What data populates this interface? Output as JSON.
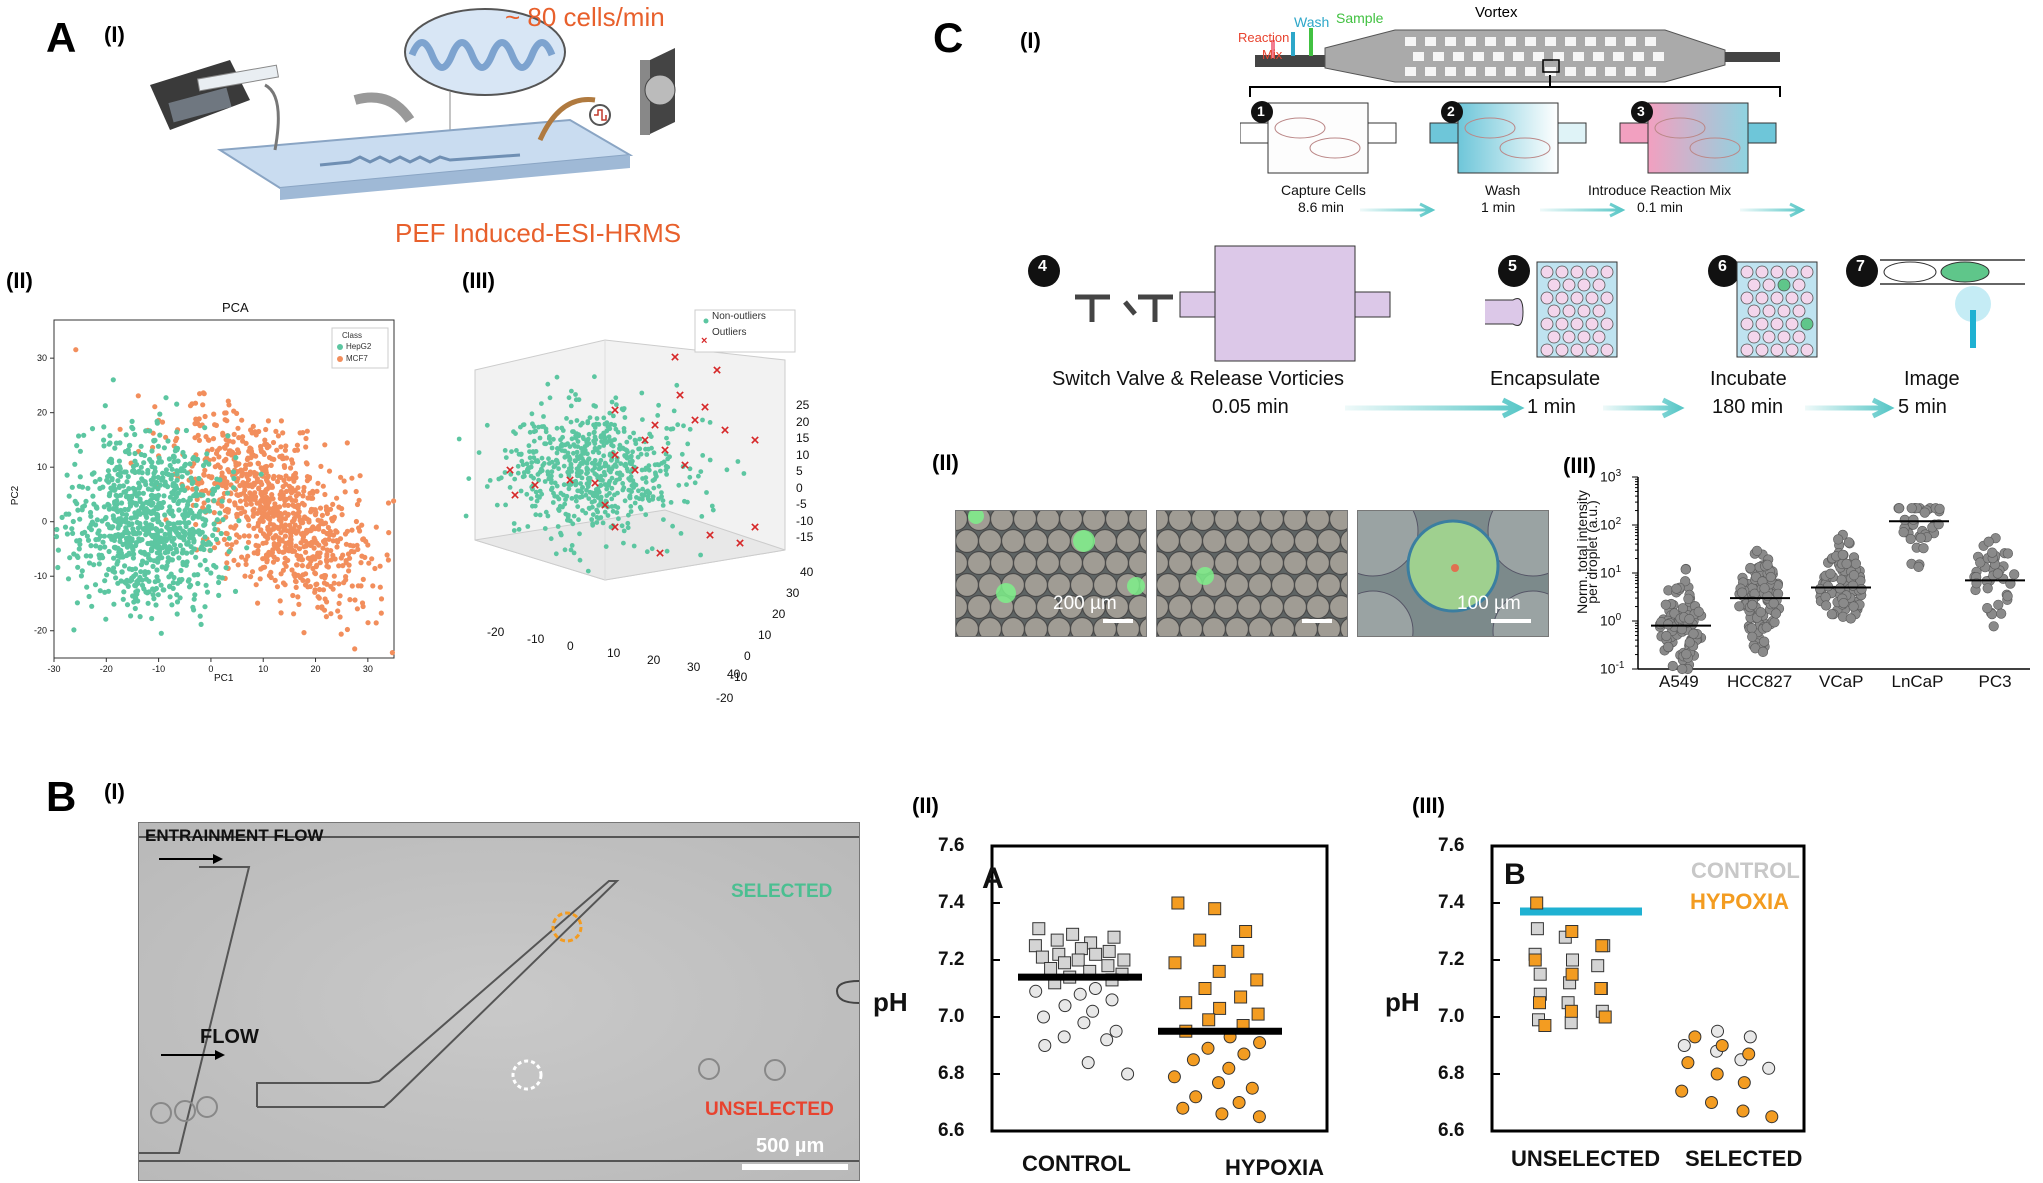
{
  "figure": {
    "panel_A": {
      "letter": "A",
      "I": {
        "label": "(I)",
        "rate_text": "~ 80 cells/min",
        "caption": "PEF Induced-ESI-HRMS"
      },
      "II": {
        "label": "(II)",
        "title": "PCA",
        "xlabel": "PC1",
        "ylabel": "PC2",
        "legend_title": "Class",
        "legend": [
          "HepG2",
          "MCF7"
        ],
        "xticks": [
          "-30",
          "-20",
          "-10",
          "0",
          "10",
          "20",
          "30"
        ],
        "yticks": [
          "30",
          "20",
          "10",
          "0",
          "-10",
          "-20"
        ]
      },
      "III": {
        "label": "(III)",
        "legend": [
          "Non-outliers",
          "Outliers"
        ],
        "zticks": [
          "25",
          "20",
          "15",
          "10",
          "5",
          "0",
          "-5",
          "-10",
          "-15"
        ],
        "xticks": [
          "-20",
          "-10",
          "0",
          "10",
          "20",
          "30",
          "40"
        ],
        "yticks": [
          "40",
          "30",
          "20",
          "10",
          "0",
          "-10",
          "-20"
        ]
      }
    },
    "panel_B": {
      "letter": "B",
      "I": {
        "label": "(I)",
        "entrainment": "ENTRAINMENT FLOW",
        "flow": "FLOW",
        "selected": "SELECTED",
        "unselected": "UNSELECTED",
        "scale": "500 µm"
      },
      "II": {
        "label": "(II)",
        "inset": "A",
        "ylabel": "pH",
        "yticks": [
          "7.6",
          "7.4",
          "7.2",
          "7.0",
          "6.8",
          "6.6"
        ],
        "categories": [
          "CONTROL",
          "HYPOXIA"
        ]
      },
      "III": {
        "label": "(III)",
        "inset": "B",
        "ylabel": "pH",
        "yticks": [
          "7.6",
          "7.4",
          "7.2",
          "7.0",
          "6.8",
          "6.6"
        ],
        "categories": [
          "UNSELECTED",
          "SELECTED"
        ],
        "legend": [
          "CONTROL",
          "HYPOXIA"
        ]
      }
    },
    "panel_C": {
      "letter": "C",
      "I": {
        "label": "(I)",
        "device_labels": {
          "reaction": "Reaction",
          "mix": "Mix",
          "wash": "Wash",
          "sample": "Sample",
          "vortex": "Vortex"
        },
        "steps": [
          {
            "n": "1",
            "name": "Capture Cells",
            "time": "8.6 min"
          },
          {
            "n": "2",
            "name": "Wash",
            "time": "1 min"
          },
          {
            "n": "3",
            "name": "Introduce Reaction Mix",
            "time": "0.1 min"
          },
          {
            "n": "4",
            "name": "Switch Valve & Release Vorticies",
            "time": "0.05 min"
          },
          {
            "n": "5",
            "name": "Encapsulate",
            "time": "1 min"
          },
          {
            "n": "6",
            "name": "Incubate",
            "time": "180 min"
          },
          {
            "n": "7",
            "name": "Image",
            "time": "5 min"
          }
        ]
      },
      "II": {
        "label": "(II)",
        "scale_1": "200 µm",
        "scale_2": "100 µm"
      },
      "III": {
        "label": "(III)",
        "ylabel_1": "Norm. total intensity",
        "ylabel_2": "per droplet (a.u.)",
        "ytick_base": "10",
        "ytick_exps": [
          "3",
          "2",
          "1",
          "0",
          "-1"
        ],
        "categories": [
          "A549",
          "HCC827",
          "VCaP",
          "LnCaP",
          "PC3"
        ]
      }
    },
    "colors": {
      "hepg2": "#5cc6a1",
      "mcf7": "#f28e5c",
      "outlier": "#d62728",
      "hypoxia": "#f39c21",
      "control": "#c8c8c8",
      "teal_arrow": "#5cc8c8",
      "selected_text": "#4bbf91",
      "unselected_text": "#e8432f",
      "cyan_bar": "#1fb1d2",
      "orange_title": "#e8602c"
    }
  },
  "chart_data": [
    {
      "type": "scatter",
      "title": "PCA",
      "xlabel": "PC1",
      "ylabel": "PC2",
      "xlim": [
        -30,
        35
      ],
      "ylim": [
        -25,
        37
      ],
      "series": [
        {
          "name": "HepG2",
          "center": [
            -12,
            0
          ],
          "spread": [
            7,
            8
          ]
        },
        {
          "name": "MCF7",
          "center": [
            12,
            2
          ],
          "spread": [
            9,
            7
          ]
        }
      ]
    },
    {
      "type": "scatter",
      "title": "",
      "ylabel": "pH",
      "categories": [
        "CONTROL",
        "HYPOXIA"
      ],
      "ylim": [
        6.6,
        7.6
      ],
      "means": [
        7.14,
        6.95
      ],
      "series": [
        {
          "name": "CONTROL",
          "values": [
            7.31,
            7.29,
            7.28,
            7.27,
            7.26,
            7.25,
            7.24,
            7.23,
            7.22,
            7.22,
            7.21,
            7.2,
            7.2,
            7.19,
            7.18,
            7.17,
            7.16,
            7.15,
            7.14,
            7.13,
            7.12,
            7.1,
            7.09,
            7.08,
            7.06,
            7.04,
            7.02,
            7.0,
            6.98,
            6.95,
            6.93,
            6.92,
            6.9,
            6.84,
            6.8
          ]
        },
        {
          "name": "HYPOXIA",
          "values": [
            7.4,
            7.38,
            7.3,
            7.27,
            7.23,
            7.19,
            7.16,
            7.13,
            7.1,
            7.07,
            7.05,
            7.03,
            7.01,
            6.99,
            6.97,
            6.95,
            6.93,
            6.91,
            6.89,
            6.87,
            6.85,
            6.82,
            6.79,
            6.77,
            6.75,
            6.72,
            6.7,
            6.68,
            6.66,
            6.65
          ]
        }
      ]
    },
    {
      "type": "scatter",
      "title": "",
      "ylabel": "pH",
      "categories": [
        "UNSELECTED",
        "SELECTED"
      ],
      "ylim": [
        6.6,
        7.6
      ],
      "threshold": 7.37,
      "series": [
        {
          "name": "CONTROL",
          "values": [
            7.31,
            7.28,
            7.25,
            7.22,
            7.2,
            7.18,
            7.15,
            7.12,
            7.1,
            7.08,
            7.05,
            7.02,
            6.99,
            6.98,
            6.95,
            6.93,
            6.9,
            6.88,
            6.85,
            6.82
          ]
        },
        {
          "name": "HYPOXIA",
          "values": [
            7.4,
            7.3,
            7.25,
            7.2,
            7.15,
            7.1,
            7.05,
            7.02,
            7.0,
            6.97,
            6.93,
            6.9,
            6.87,
            6.84,
            6.8,
            6.77,
            6.74,
            6.7,
            6.67,
            6.65
          ]
        }
      ]
    },
    {
      "type": "scatter",
      "title": "",
      "ylabel": "Norm. total intensity per droplet (a.u.)",
      "yscale": "log",
      "ylim": [
        0.1,
        1000
      ],
      "categories": [
        "A549",
        "HCC827",
        "VCaP",
        "LnCaP",
        "PC3"
      ],
      "medians": [
        0.8,
        3,
        5,
        120,
        7
      ]
    }
  ]
}
